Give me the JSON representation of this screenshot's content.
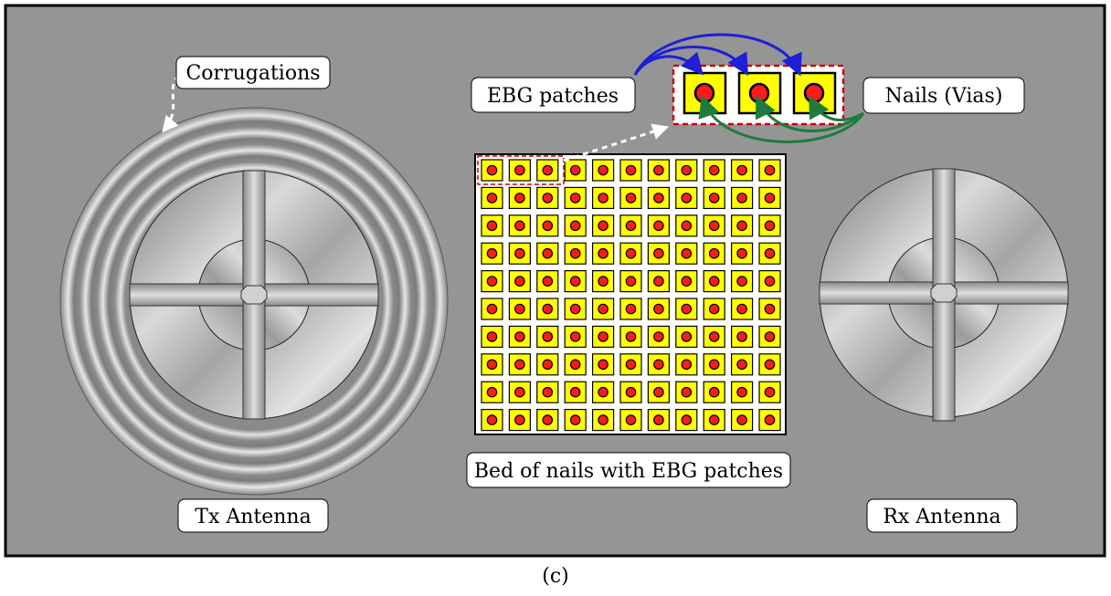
{
  "labels": {
    "corrugations": "Corrugations",
    "ebg_patches": "EBG patches",
    "nails_vias": "Nails (Vias)",
    "bed_of_nails": "Bed of nails with EBG patches",
    "tx_antenna": "Tx Antenna",
    "rx_antenna": "Rx Antenna"
  },
  "caption": "(c)",
  "grid": {
    "rows": 10,
    "cols": 11
  },
  "colors": {
    "background": "#959595",
    "patch_fill": "#ffff00",
    "nail_fill": "#ff1a1a",
    "highlight_dash": "#cc0000",
    "arrow_patches": "#1f1fd6",
    "arrow_nails": "#1f7a3e",
    "arrow_pointer": "#ffffff"
  }
}
